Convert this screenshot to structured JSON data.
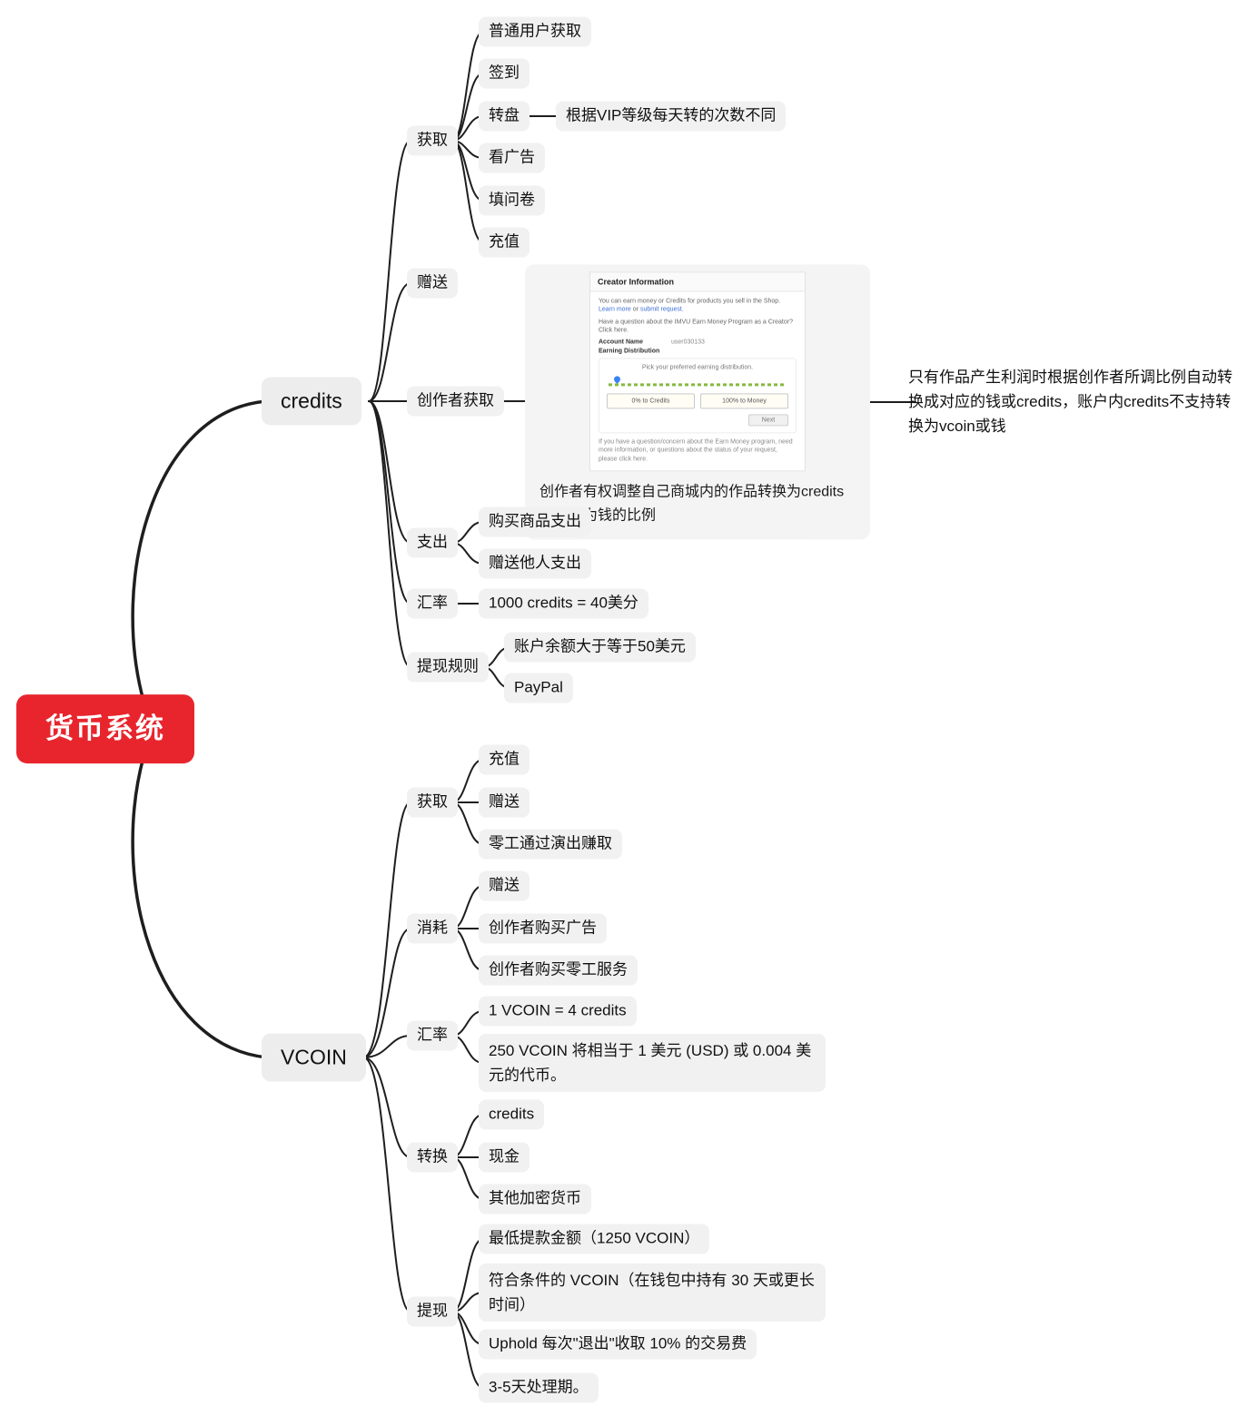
{
  "root": {
    "label": "货币系统"
  },
  "credits": {
    "label": "credits",
    "acquire": {
      "label": "获取",
      "items": [
        "普通用户获取",
        "签到",
        "转盘",
        "看广告",
        "填问卷",
        "充值"
      ],
      "spin_note": "根据VIP等级每天转的次数不同"
    },
    "gift": {
      "label": "赠送"
    },
    "creator": {
      "label": "创作者获取",
      "caption": "创作者有权调整自己商城内的作品转换为credits和转换为钱的比例",
      "note": "只有作品产生利润时根据创作者所调比例自动转换成对应的钱或credits，账户内credits不支持转换为vcoin或钱",
      "screenshot": {
        "title": "Creator Information",
        "intro": "You can earn money or Credits for products you sell in the Shop.",
        "intro_link1": "Learn more",
        "intro_mid": "or",
        "intro_link2": "submit request.",
        "question": "Have a question about the IMVU Earn Money Program as a Creator? Click here.",
        "account_label": "Account Name",
        "account_value": "user030133",
        "earning_label": "Earning Distribution",
        "slider_caption": "Pick your preferred earning distribution.",
        "option_left": "0% to Credits",
        "option_right": "100% to Money",
        "next_label": "Next",
        "footer": "If you have a question/concern about the Earn Money program, need more information, or questions about the status of your request, please click here."
      }
    },
    "spend": {
      "label": "支出",
      "items": [
        "购买商品支出",
        "赠送他人支出"
      ]
    },
    "rate": {
      "label": "汇率",
      "value": "1000 credits = 40美分"
    },
    "withdraw": {
      "label": "提现规则",
      "items": [
        "账户余额大于等于50美元",
        "PayPal"
      ]
    }
  },
  "vcoin": {
    "label": "VCOIN",
    "acquire": {
      "label": "获取",
      "items": [
        "充值",
        "赠送",
        "零工通过演出赚取"
      ]
    },
    "consume": {
      "label": "消耗",
      "items": [
        "赠送",
        "创作者购买广告",
        "创作者购买零工服务"
      ]
    },
    "rate": {
      "label": "汇率",
      "items": [
        "1 VCOIN = 4 credits",
        "250 VCOIN 将相当于 1 美元 (USD) 或 0.004 美元的代币。"
      ]
    },
    "convert": {
      "label": "转换",
      "items": [
        "credits",
        "现金",
        "其他加密货币"
      ]
    },
    "withdraw": {
      "label": "提现",
      "items": [
        "最低提款金额（1250 VCOIN）",
        "符合条件的 VCOIN（在钱包中持有 30 天或更长时间）",
        "Uphold 每次\"退出\"收取 10% 的交易费",
        "3-5天处理期。"
      ]
    }
  }
}
